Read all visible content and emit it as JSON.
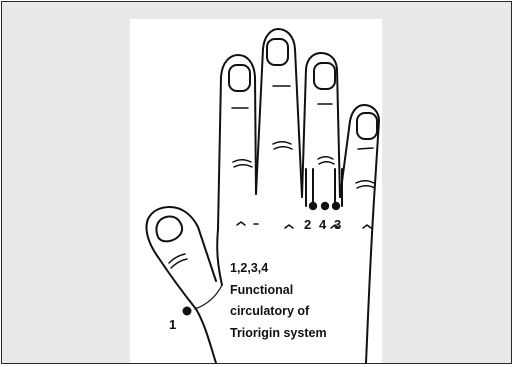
{
  "diagram": {
    "point_labels": {
      "p1": "1",
      "p2": "2",
      "p4": "4",
      "p3": "3"
    },
    "caption": {
      "line1": "1,2,3,4",
      "line2": "Functional",
      "line3": "circulatory of",
      "line4": "Triorigin system"
    },
    "colors": {
      "background": "#e9e9e9",
      "panel": "#ffffff",
      "ink": "#111111"
    }
  }
}
